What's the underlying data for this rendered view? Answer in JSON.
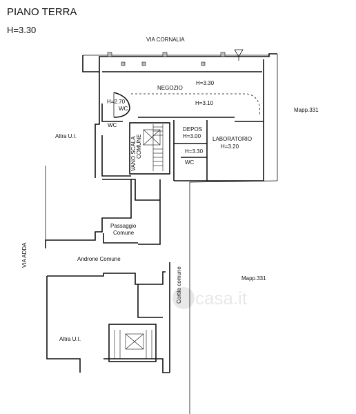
{
  "header": {
    "title": "PIANO TERRA",
    "height": "H=3.30"
  },
  "labels": {
    "via_cornalia": "VIA CORNALIA",
    "negozio": "NEGOZIO",
    "h_330_top": "H=3.30",
    "h_310": "H=3.10",
    "h_270": "H=2.70",
    "wc_top": "WC",
    "wc_mid": "WC",
    "wc_small": "WC",
    "vano_scala": "VANO SCALA",
    "comune": "COMUNE",
    "depos": "DEPOS",
    "h_300": "H=3.00",
    "h_330_mid": "H=3.30",
    "laboratorio": "LABORATORIO",
    "h_320": "H=3.20",
    "mapp_331_top": "Mapp.331",
    "altra_ui_top": "Altra U.I.",
    "passaggio": "Passaggio",
    "comune_pass": "Comune",
    "androne": "Androne Comune",
    "via_adda": "VIA ADDA",
    "cortile": "Cortile comune",
    "mapp_331_bottom": "Mapp.331",
    "altra_ui_bottom": "Altra U.I."
  },
  "watermark": "casa.it",
  "colors": {
    "wall": "#111111",
    "watermark": "#d6d6d6"
  }
}
